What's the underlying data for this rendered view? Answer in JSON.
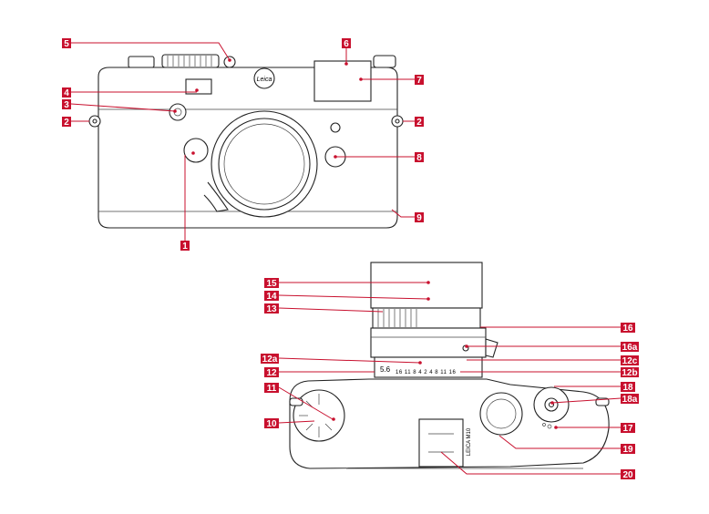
{
  "callouts": {
    "c1": "1",
    "c2l": "2",
    "c2r": "2",
    "c3": "3",
    "c4": "4",
    "c5": "5",
    "c6": "6",
    "c7": "7",
    "c8": "8",
    "c9": "9",
    "c10": "10",
    "c11": "11",
    "c12": "12",
    "c12a": "12a",
    "c12b": "12b",
    "c12c": "12c",
    "c13": "13",
    "c14": "14",
    "c15": "15",
    "c16": "16",
    "c16a": "16a",
    "c17": "17",
    "c18": "18",
    "c18a": "18a",
    "c19": "19",
    "c20": "20"
  },
  "camera_text": {
    "logo": "Leica",
    "model_label": "LEICA M10",
    "aperture_reading": "5.6",
    "focus_scale": "16 11 8 4 2 4 8 11 16"
  },
  "colors": {
    "accent": "#c8102e",
    "line": "#222222"
  }
}
